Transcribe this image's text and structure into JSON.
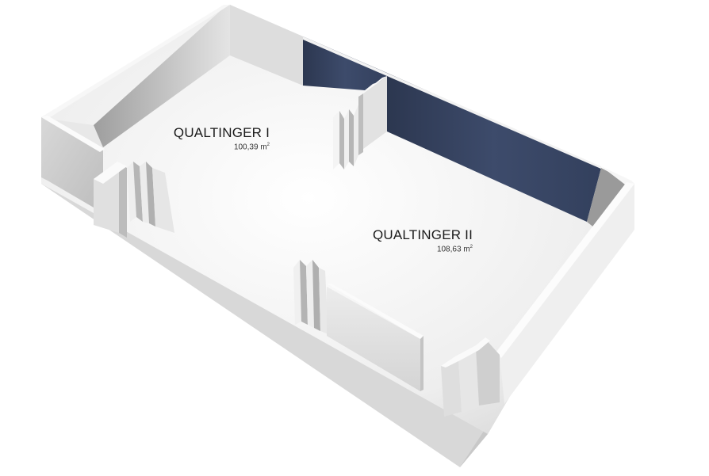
{
  "rooms": [
    {
      "name": "QUALTINGER I",
      "area": "100,39",
      "unit": "m",
      "unit_sup": "2"
    },
    {
      "name": "QUALTINGER II",
      "area": "108,63",
      "unit": "m",
      "unit_sup": "2"
    }
  ],
  "colors": {
    "floor": "#f2f2f2",
    "floor_shadow": "#d9d9d9",
    "wall_light": "#e6e6e6",
    "wall_mid": "#c9c9c9",
    "wall_dark": "#a8a8a8",
    "wall_top": "#fafafa",
    "accent_wall": "#3a4866",
    "accent_wall_dark": "#2c3750"
  }
}
